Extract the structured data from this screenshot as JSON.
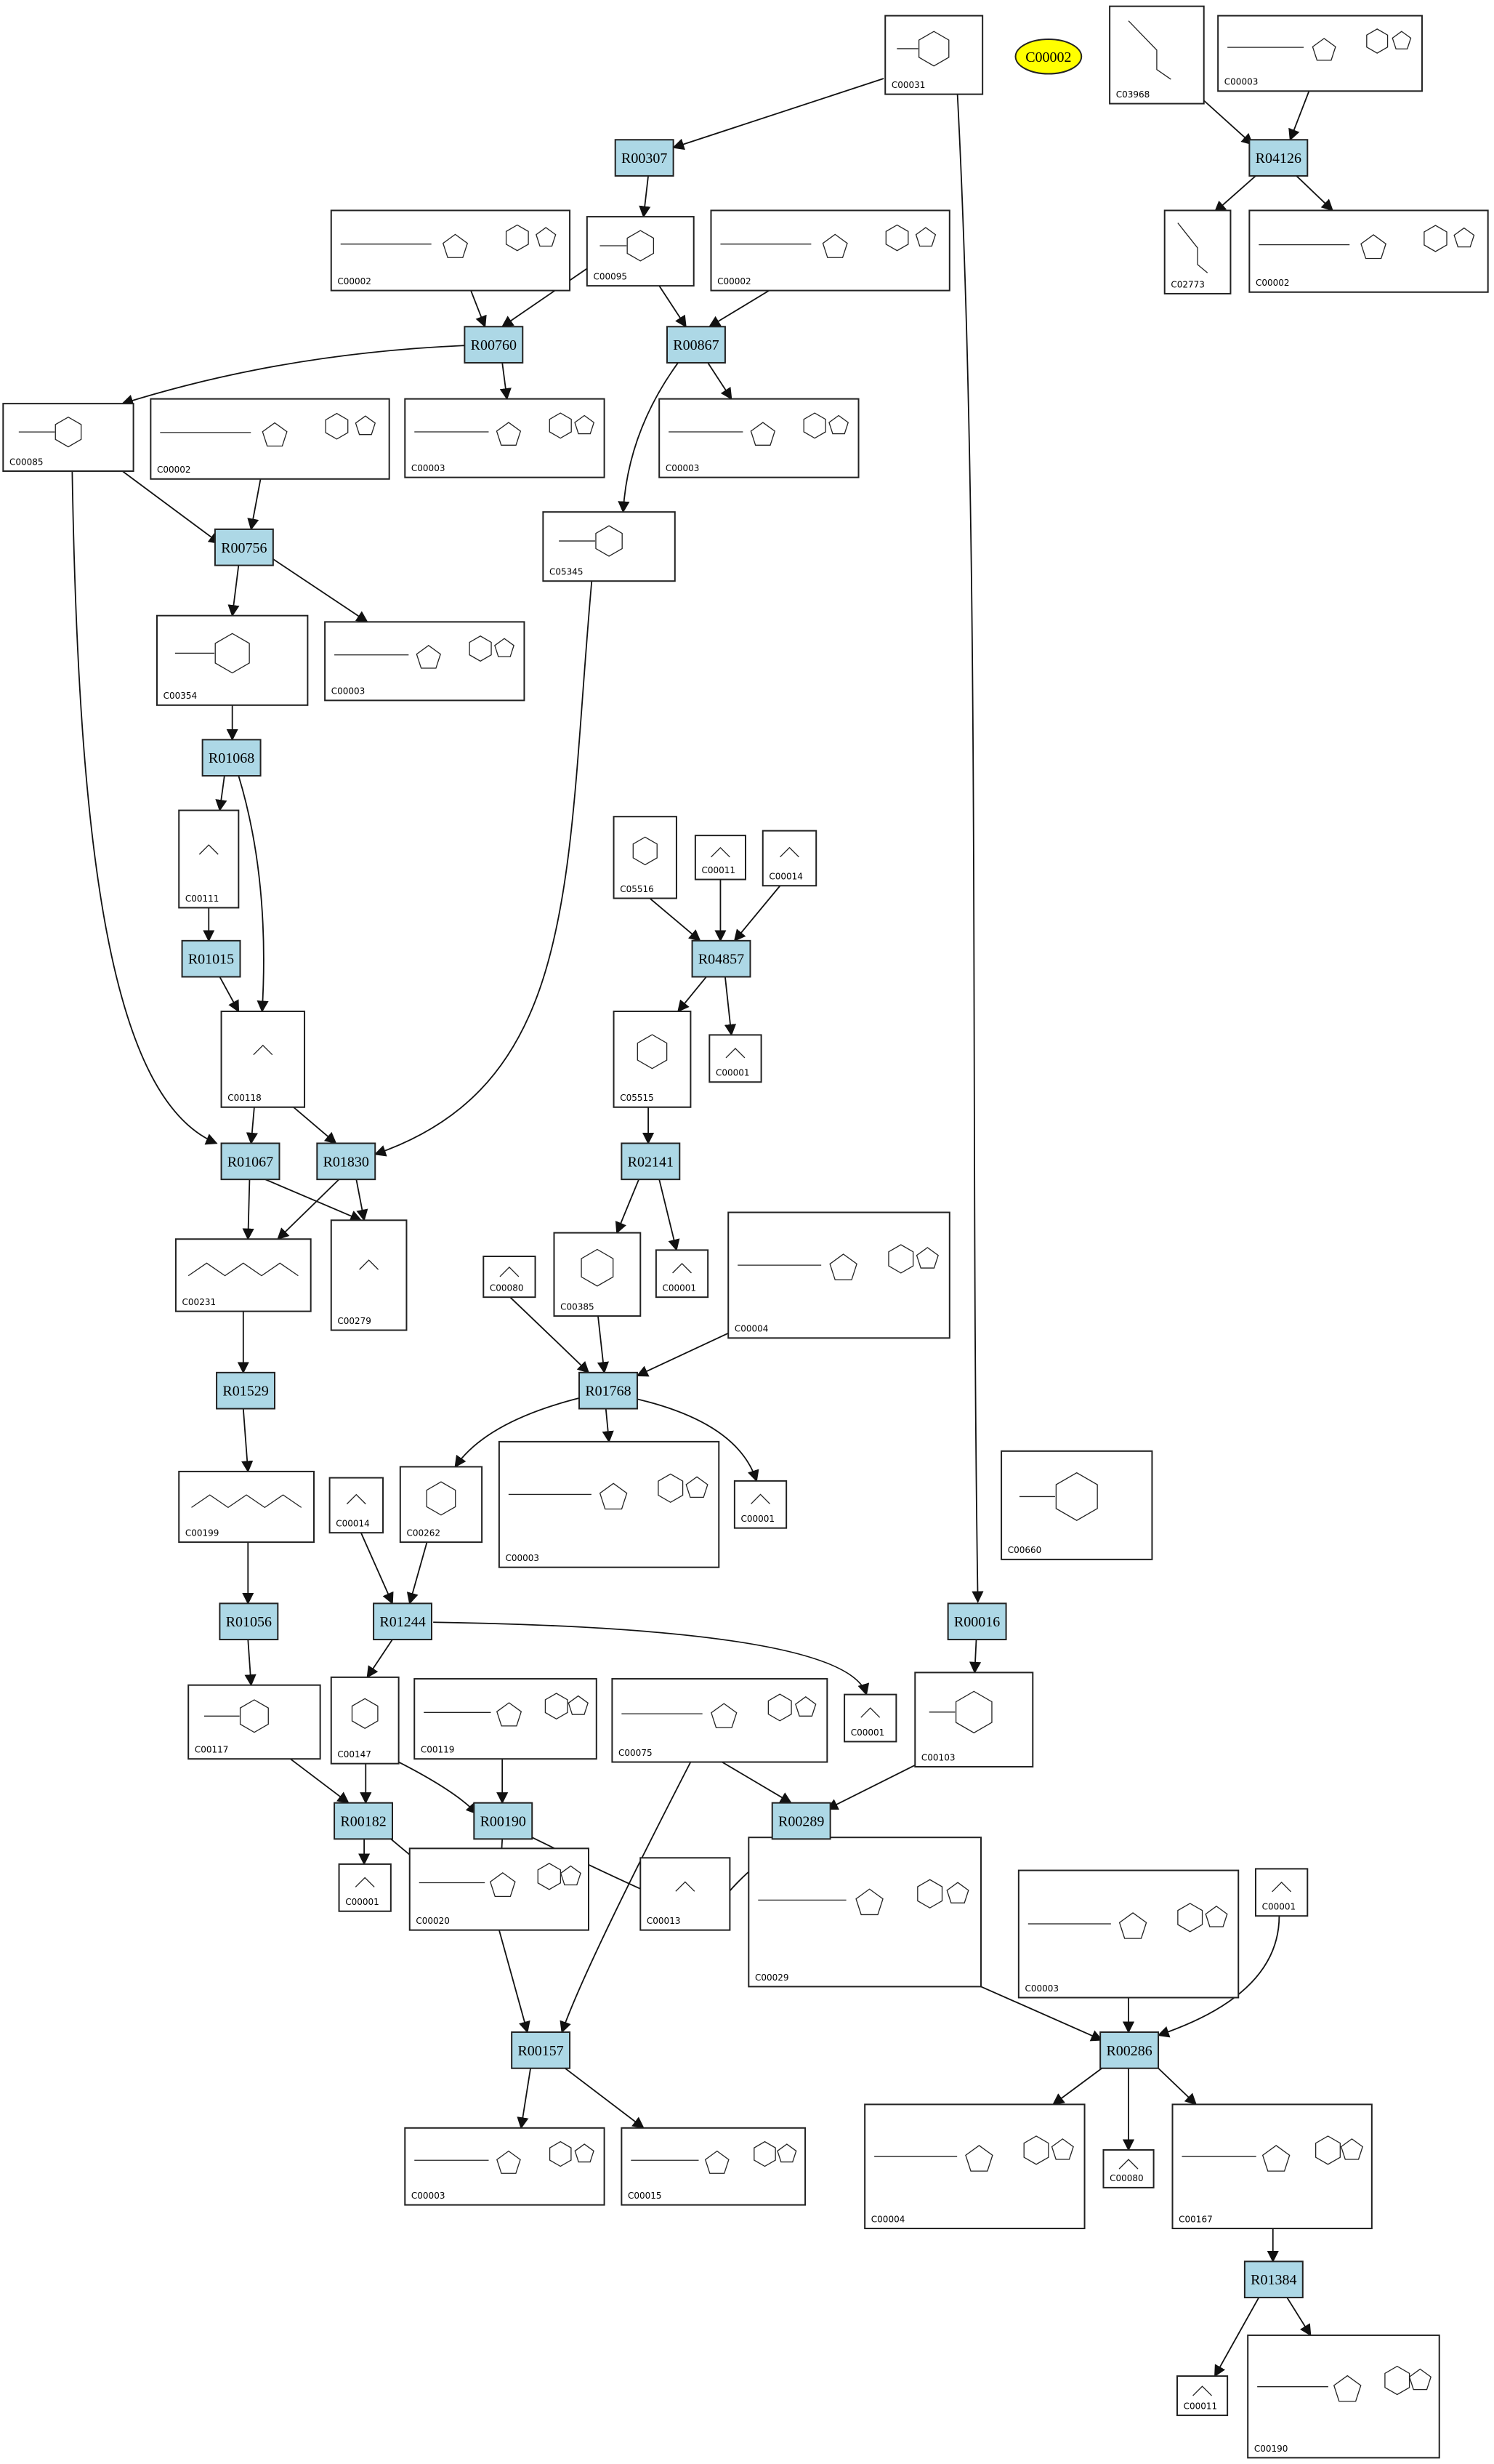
{
  "highlight": {
    "id": "C00002",
    "color": "#ffff00"
  },
  "colors": {
    "reaction_fill": "#add8e6",
    "edge": "#111111"
  },
  "reactions": [
    {
      "id": "R00307"
    },
    {
      "id": "R04126"
    },
    {
      "id": "R00760"
    },
    {
      "id": "R00867"
    },
    {
      "id": "R00756"
    },
    {
      "id": "R01068"
    },
    {
      "id": "R01015"
    },
    {
      "id": "R04857"
    },
    {
      "id": "R02141"
    },
    {
      "id": "R01067"
    },
    {
      "id": "R01830"
    },
    {
      "id": "R01768"
    },
    {
      "id": "R01529"
    },
    {
      "id": "R00016"
    },
    {
      "id": "R01056"
    },
    {
      "id": "R01244"
    },
    {
      "id": "R00182"
    },
    {
      "id": "R00190"
    },
    {
      "id": "R00289"
    },
    {
      "id": "R00286"
    },
    {
      "id": "R00157"
    },
    {
      "id": "R01384"
    }
  ],
  "compounds": [
    {
      "id": "C00031"
    },
    {
      "id": "C03968"
    },
    {
      "id": "C00003"
    },
    {
      "id": "C00002"
    },
    {
      "id": "C00095"
    },
    {
      "id": "C02773"
    },
    {
      "id": "C00085"
    },
    {
      "id": "C05345"
    },
    {
      "id": "C00354"
    },
    {
      "id": "C00111"
    },
    {
      "id": "C00118"
    },
    {
      "id": "C05516"
    },
    {
      "id": "C00011"
    },
    {
      "id": "C00014"
    },
    {
      "id": "C00001"
    },
    {
      "id": "C05515"
    },
    {
      "id": "C00279"
    },
    {
      "id": "C00231"
    },
    {
      "id": "C00385"
    },
    {
      "id": "C00080"
    },
    {
      "id": "C00004"
    },
    {
      "id": "C00199"
    },
    {
      "id": "C00262"
    },
    {
      "id": "C00660"
    },
    {
      "id": "C00117"
    },
    {
      "id": "C00147"
    },
    {
      "id": "C00119"
    },
    {
      "id": "C00075"
    },
    {
      "id": "C00103"
    },
    {
      "id": "C00020"
    },
    {
      "id": "C00013"
    },
    {
      "id": "C00029"
    },
    {
      "id": "C00015"
    },
    {
      "id": "C00167"
    },
    {
      "id": "C00190"
    }
  ]
}
